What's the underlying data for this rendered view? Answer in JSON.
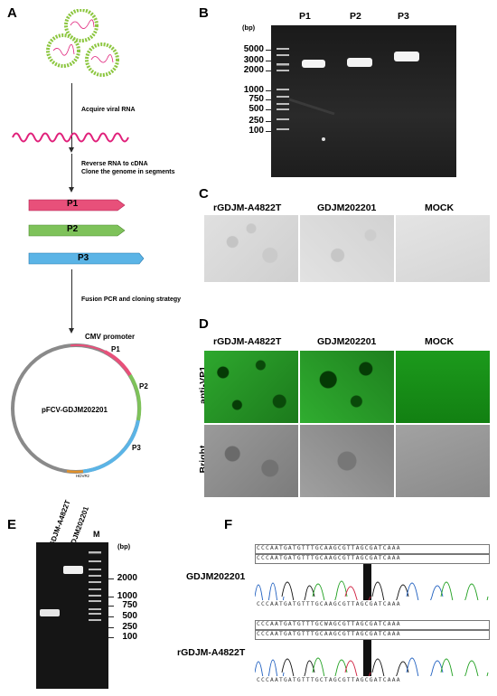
{
  "panels": {
    "a": {
      "letter": "A",
      "steps": {
        "acquire": "Acquire viral RNA",
        "reverse_1": "Reverse RNA to cDNA",
        "reverse_2": "Clone the genome in segments",
        "fusion": "Fusion PCR and cloning strategy"
      },
      "segments": [
        "P1",
        "P2",
        "P3"
      ],
      "plasmid": {
        "name": "pFCV-GDJM202201",
        "promoter": "CMV promoter",
        "p1": "P1",
        "p2": "P2",
        "p3": "P3",
        "hdvrz": "HDVRz"
      },
      "colors": {
        "p1": "#e8507a",
        "p2": "#7ec25a",
        "p3": "#5bb4e6",
        "rna": "#e0207a",
        "virus": "#8cc63f"
      }
    },
    "b": {
      "letter": "B",
      "unit": "(bp)",
      "lanes": [
        "P1",
        "P2",
        "P3"
      ],
      "ladder": [
        "5000",
        "3000",
        "2000",
        "1000",
        "750",
        "500",
        "250",
        "100"
      ]
    },
    "c": {
      "letter": "C",
      "columns": [
        "rGDJM-A4822T",
        "GDJM202201",
        "MOCK"
      ]
    },
    "d": {
      "letter": "D",
      "columns": [
        "rGDJM-A4822T",
        "GDJM202201",
        "MOCK"
      ],
      "rows": [
        "anti-VP1",
        "Bright"
      ]
    },
    "e": {
      "letter": "E",
      "lanes": [
        "rGDJM-A4822T",
        "GDJM202201",
        "M"
      ],
      "unit": "(bp)",
      "ladder": [
        "2000",
        "1000",
        "750",
        "500",
        "250",
        "100"
      ]
    },
    "f": {
      "letter": "F",
      "samples": [
        {
          "name": "GDJM202201",
          "seq_top": "CCCAATGATGTTTGCAAGCGTTAGCGATCAAA",
          "seq_mid": "CCCAATGATGTTTGCAAGCGTTAGCGATCAAA",
          "seq_bottom": "CCCAATGATGTTTGCAAGCGTTAGCGATCAAA"
        },
        {
          "name": "rGDJM-A4822T",
          "seq_top": "CCCAATGATGTTTGCWAGCGTTAGCGATCAAA",
          "seq_mid": "CCCAATGATGTTTGCAAGCGTTAGCGATCAAA",
          "seq_bottom": "CCCAATGATGTTTGCTAGCGTTAGCGATCAAA"
        }
      ]
    }
  }
}
